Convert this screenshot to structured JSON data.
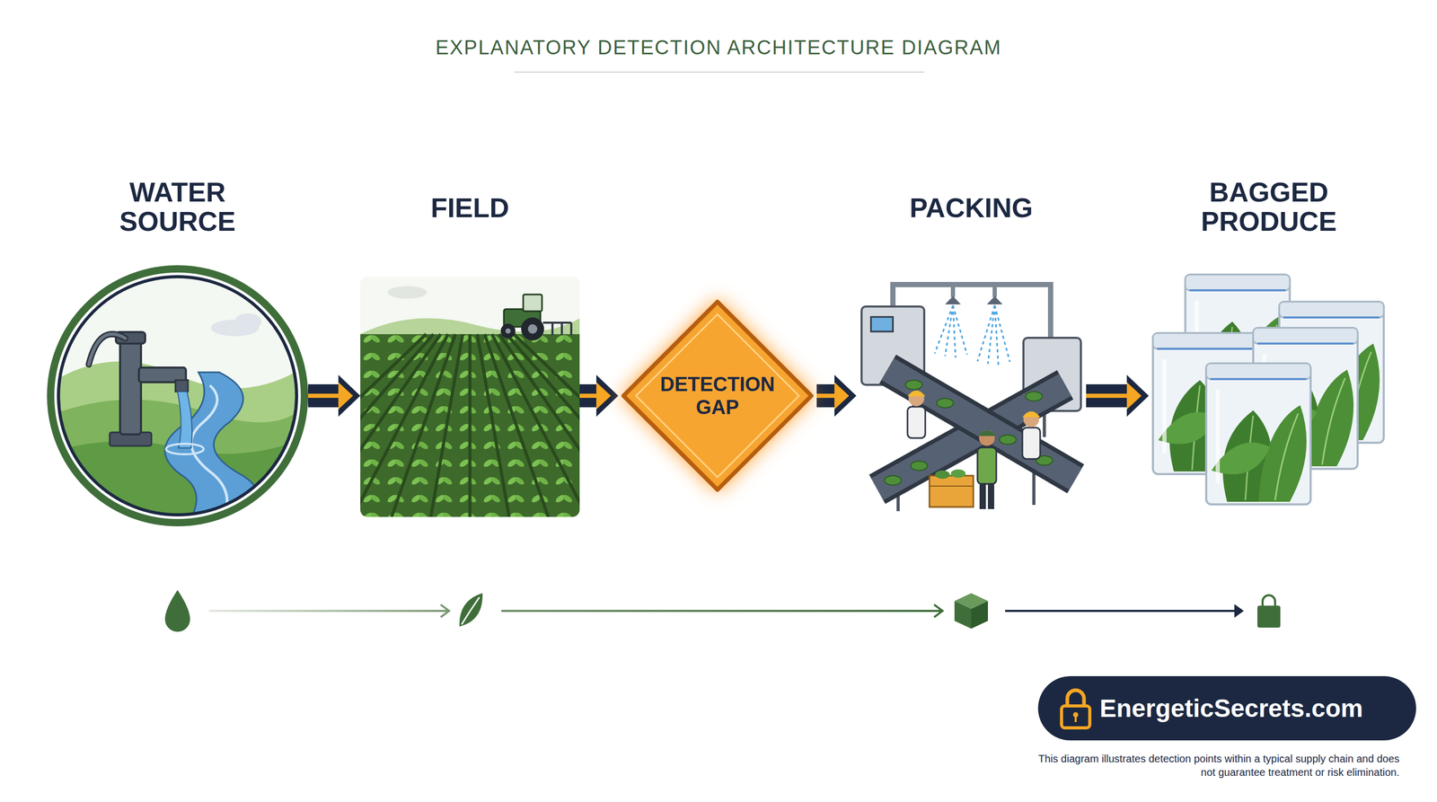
{
  "diagram": {
    "title": "EXPLANATORY DETECTION ARCHITECTURE DIAGRAM",
    "nodes": [
      {
        "text": [
          "WATER SOURCE"
        ]
      },
      {
        "text": [
          "FIELD"
        ]
      },
      {
        "text": [
          "DETECTION GAP"
        ]
      },
      {
        "text": [
          "PACKING"
        ]
      },
      {
        "text": [
          "BAGGED PRODUCE"
        ]
      },
      {
        "text": [
          "EnergeticSecrets.com"
        ]
      }
    ],
    "edges": [
      {
        "from": 0,
        "to": 1,
        "arrow": "to"
      },
      {
        "from": 1,
        "to": 2,
        "arrow": "to"
      },
      {
        "from": 2,
        "to": 3,
        "arrow": "to"
      },
      {
        "from": 3,
        "to": 4,
        "arrow": "to"
      }
    ],
    "labels": [
      "This diagram illustrates detection points within a typical supply chain and does not guarantee treatment or risk elimination."
    ]
  }
}
